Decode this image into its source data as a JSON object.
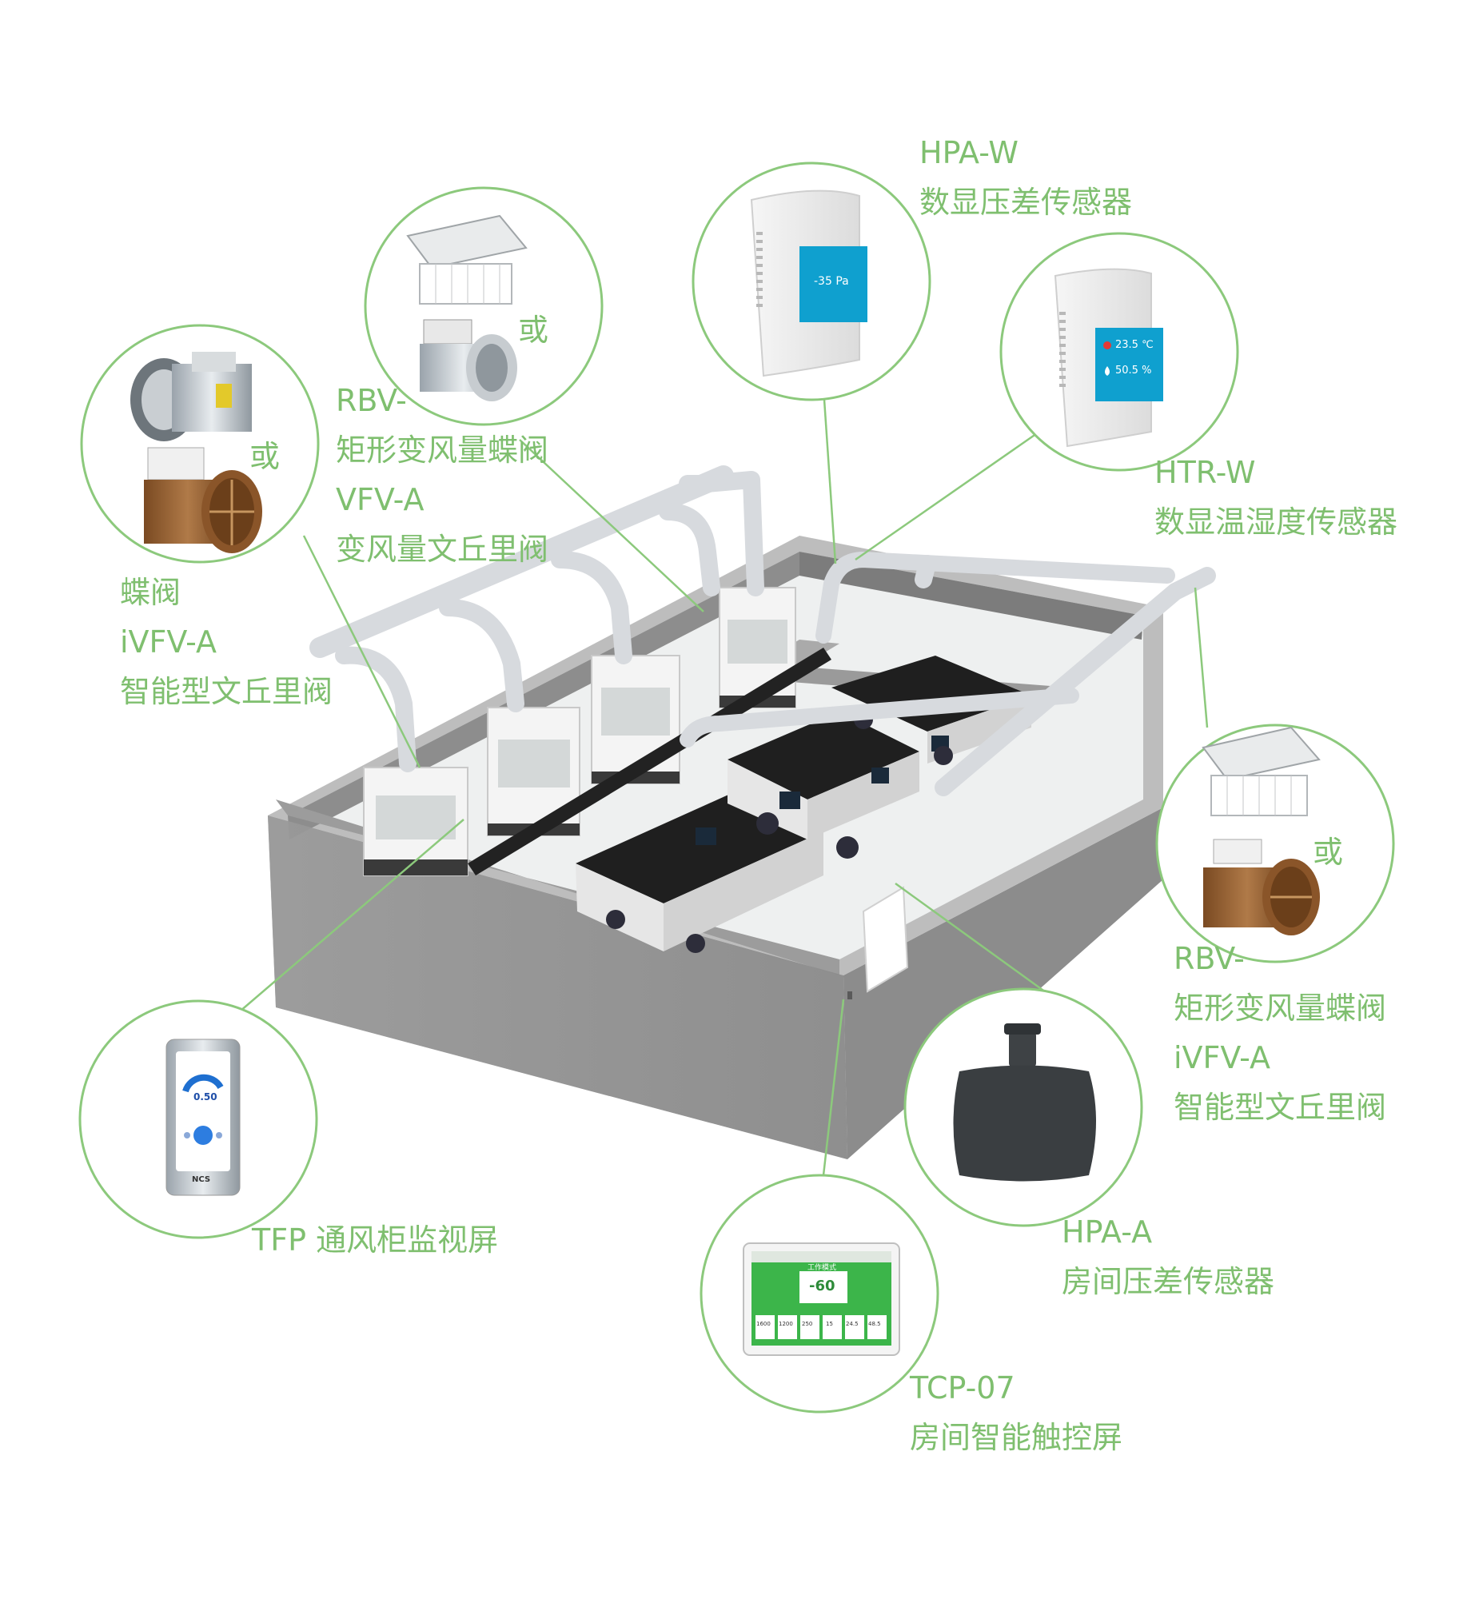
{
  "accent_color": "#8cc97c",
  "labels": {
    "rbv_top": {
      "code": "RBV-",
      "name": "矩形变风量蝶阀",
      "code2": "VFV-A",
      "name2": "变风量文丘里阀"
    },
    "butterfly_left": {
      "name": "蝶阀",
      "code": "iVFV-A",
      "name2": "智能型文丘里阀"
    },
    "hpa_w": {
      "code": "HPA-W",
      "name": "数显压差传感器"
    },
    "htr_w": {
      "code": "HTR-W",
      "name": "数显温湿度传感器"
    },
    "rbv_right": {
      "code": "RBV-",
      "name": "矩形变风量蝶阀",
      "code2": "iVFV-A",
      "name2": "智能型文丘里阀"
    },
    "hpa_a": {
      "code": "HPA-A",
      "name": "房间压差传感器"
    },
    "tfp": {
      "text": "TFP 通风柜监视屏"
    },
    "tcp": {
      "code": "TCP-07",
      "name": "房间智能触控屏"
    }
  },
  "or_word": "或",
  "devices": {
    "hpa_w_screen": "-35 Pa",
    "htr_w_temp": "23.5 ℃",
    "htr_w_hum": "50.5 %",
    "tfp_screen_value": "0.50",
    "tfp_brand": "NCS",
    "tcp_value": "-60",
    "tcp_header": "工作模式",
    "tcp_cells": [
      "1600",
      "1200",
      "250",
      "15",
      "24.5",
      "48.5"
    ]
  }
}
